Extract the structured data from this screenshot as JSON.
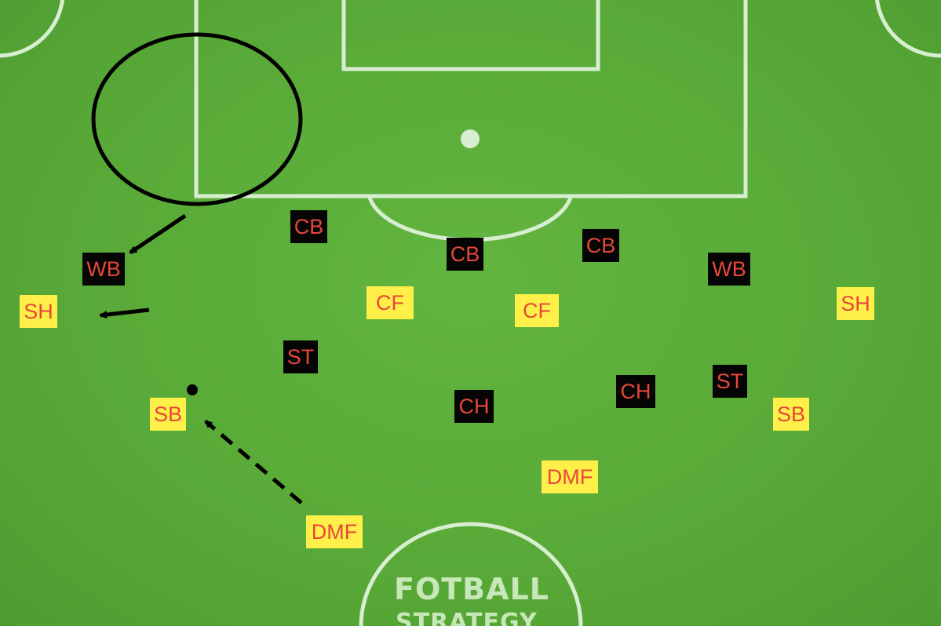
{
  "pitch": {
    "grass_color": "#5aa83a",
    "line_color": "#d8eed0"
  },
  "colors": {
    "black_team_bg": "#050505",
    "yellow_team_bg": "#fef048",
    "label_text": "#e8473a"
  },
  "players": {
    "black": {
      "cb_left": "CB",
      "cb_mid": "CB",
      "cb_right": "CB",
      "wb_left": "WB",
      "wb_right": "WB",
      "st_left": "ST",
      "st_right": "ST",
      "ch_left": "CH",
      "ch_right": "CH"
    },
    "yellow": {
      "sh_left": "SH",
      "sh_right": "SH",
      "cf_left": "CF",
      "cf_right": "CF",
      "sb_left": "SB",
      "sb_right": "SB",
      "dmf_front": "DMF",
      "dmf_back": "DMF"
    }
  },
  "watermark": {
    "line1": "FOTBALL",
    "line2": "STRATEGY"
  }
}
